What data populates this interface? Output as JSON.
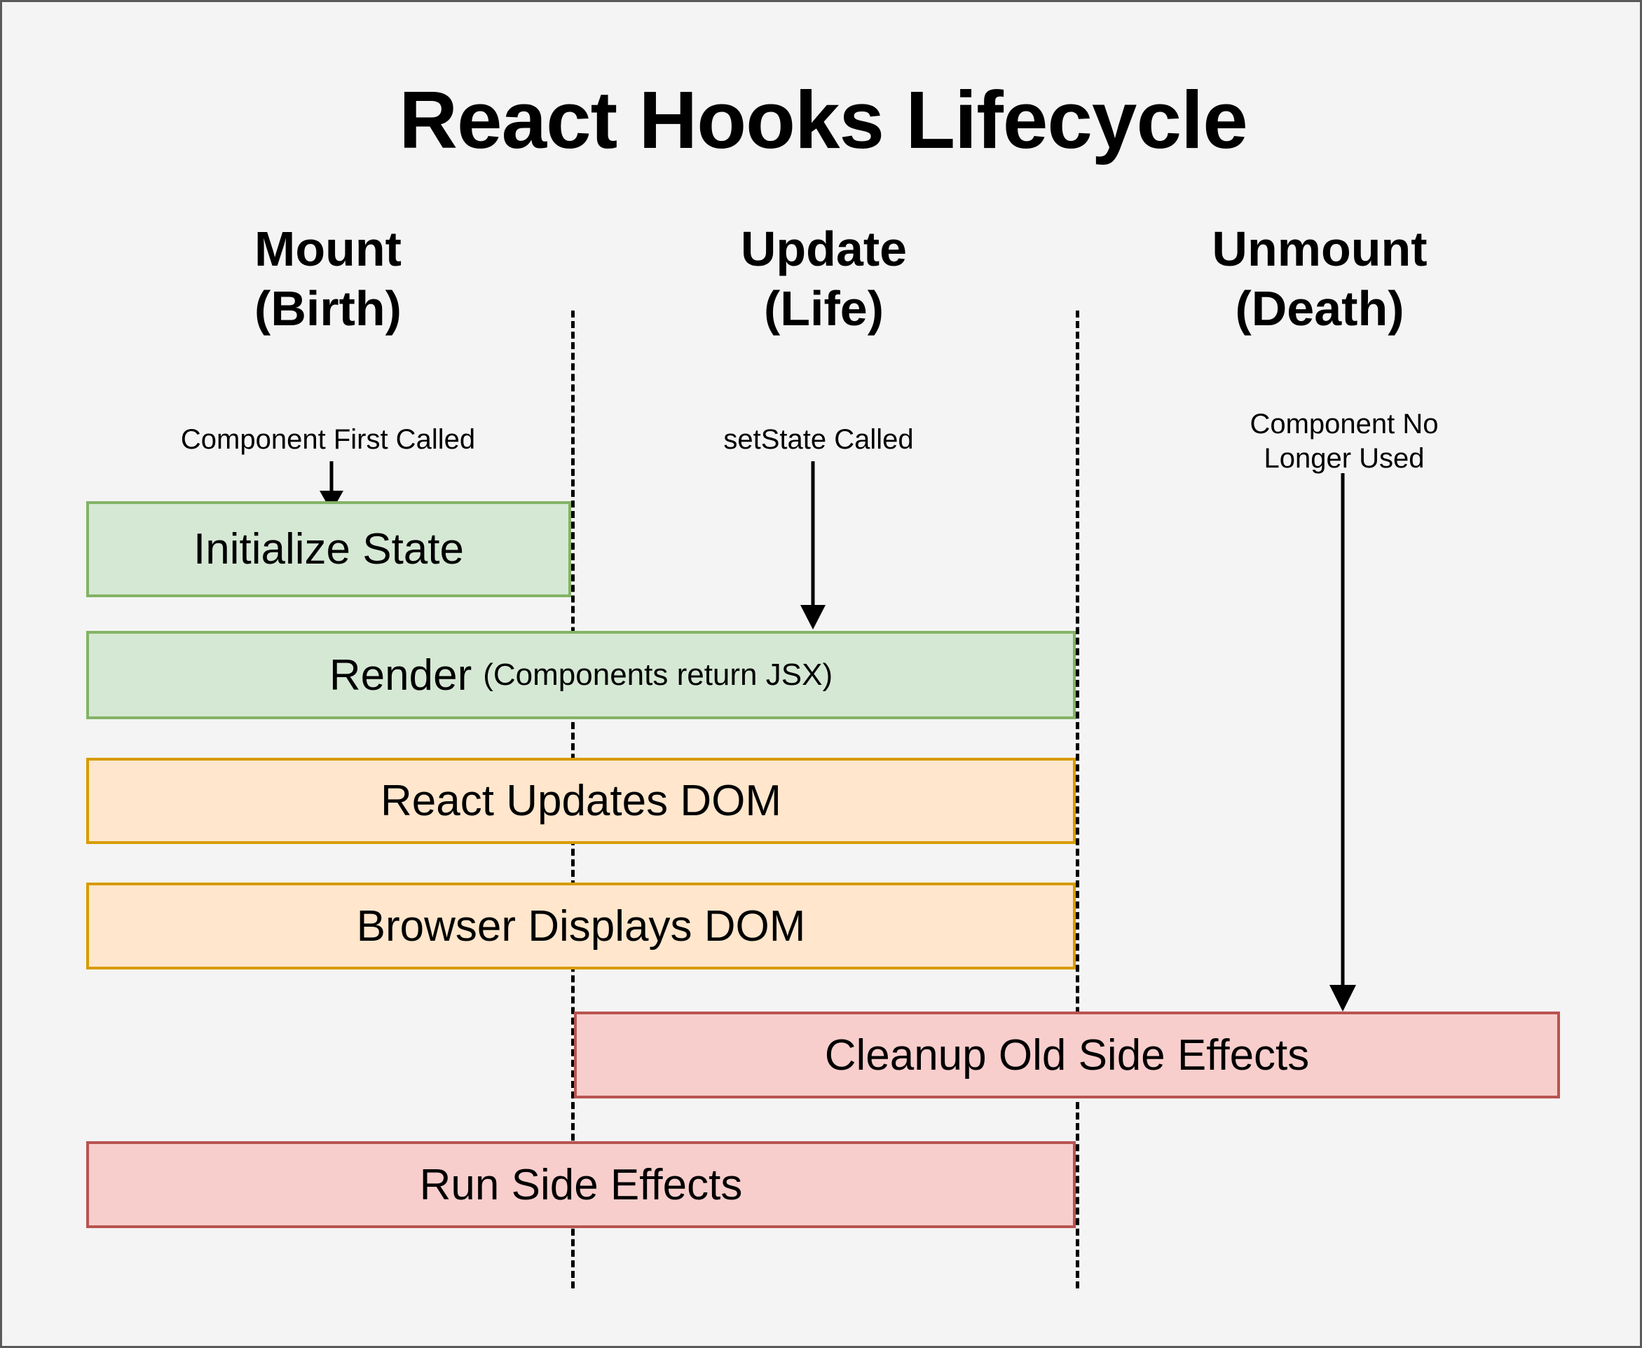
{
  "diagram": {
    "title": "React Hooks Lifecycle",
    "background_color": "#f4f4f4",
    "border_color": "#5a5a5a",
    "columns": [
      {
        "id": "mount",
        "heading_line1": "Mount",
        "heading_line2": "(Birth)",
        "annotation_line1": "Component First Called",
        "annotation_line2": ""
      },
      {
        "id": "update",
        "heading_line1": "Update",
        "heading_line2": "(Life)",
        "annotation_line1": "setState Called",
        "annotation_line2": ""
      },
      {
        "id": "unmount",
        "heading_line1": "Unmount",
        "heading_line2": "(Death)",
        "annotation_line1": "Component No",
        "annotation_line2": "Longer Used"
      }
    ],
    "stages": [
      {
        "id": "initialize-state",
        "label": "Initialize State",
        "sublabel": "",
        "color_name": "green",
        "fill": "#d5e8d4",
        "stroke": "#82b366"
      },
      {
        "id": "render",
        "label": "Render",
        "sublabel": "(Components return JSX)",
        "color_name": "green",
        "fill": "#d5e8d4",
        "stroke": "#82b366"
      },
      {
        "id": "react-updates-dom",
        "label": "React Updates DOM",
        "sublabel": "",
        "color_name": "orange",
        "fill": "#ffe6cc",
        "stroke": "#d79b00"
      },
      {
        "id": "browser-displays-dom",
        "label": "Browser Displays DOM",
        "sublabel": "",
        "color_name": "orange",
        "fill": "#ffe6cc",
        "stroke": "#d79b00"
      },
      {
        "id": "cleanup-old-side-effects",
        "label": "Cleanup Old Side Effects",
        "sublabel": "",
        "color_name": "red",
        "fill": "#f8cecc",
        "stroke": "#b85450"
      },
      {
        "id": "run-side-effects",
        "label": "Run Side Effects",
        "sublabel": "",
        "color_name": "red",
        "fill": "#f8cecc",
        "stroke": "#b85450"
      }
    ],
    "dividers": [
      {
        "id": "mount-update-divider"
      },
      {
        "id": "update-unmount-divider"
      }
    ],
    "arrows": [
      {
        "id": "mount-entry-arrow",
        "from": "Component First Called",
        "to": "Initialize State"
      },
      {
        "id": "update-entry-arrow",
        "from": "setState Called",
        "to": "Render"
      },
      {
        "id": "unmount-entry-arrow",
        "from": "Component No Longer Used",
        "to": "Cleanup Old Side Effects"
      }
    ]
  }
}
